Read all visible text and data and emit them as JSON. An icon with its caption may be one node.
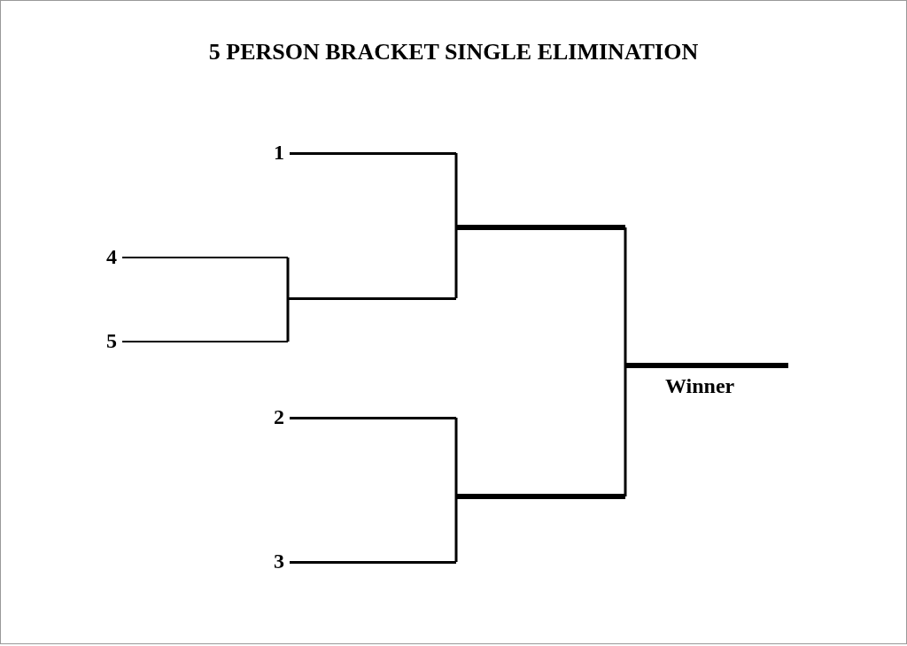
{
  "diagram": {
    "title": "5 PERSON BRACKET SINGLE ELIMINATION",
    "nodes": [
      {
        "text": [
          "1"
        ]
      },
      {
        "text": [
          "4"
        ]
      },
      {
        "text": [
          "5"
        ]
      },
      {
        "text": [],
        "shape": "bar"
      },
      {
        "text": [],
        "shape": "bar"
      },
      {
        "text": [
          "2"
        ]
      },
      {
        "text": [
          "3"
        ]
      },
      {
        "text": [],
        "shape": "bar"
      },
      {
        "text": [
          "Winner"
        ]
      }
    ],
    "edges": [
      {
        "from": 1,
        "to": 3,
        "arrow": "none"
      },
      {
        "from": 2,
        "to": 3,
        "arrow": "none"
      },
      {
        "from": 0,
        "to": 4,
        "arrow": "none"
      },
      {
        "from": 3,
        "to": 4,
        "arrow": "none"
      },
      {
        "from": 5,
        "to": 7,
        "arrow": "none"
      },
      {
        "from": 6,
        "to": 7,
        "arrow": "none"
      },
      {
        "from": 4,
        "to": 8,
        "arrow": "none"
      },
      {
        "from": 7,
        "to": 8,
        "arrow": "none"
      }
    ]
  }
}
